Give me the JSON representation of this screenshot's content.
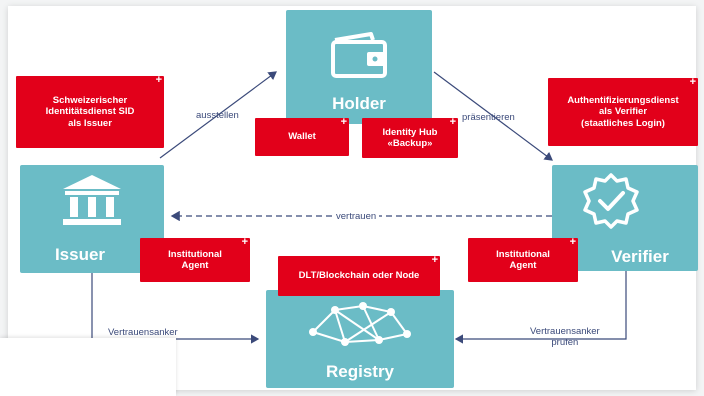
{
  "nodes": {
    "holder": "Holder",
    "issuer": "Issuer",
    "verifier": "Verifier",
    "registry": "Registry"
  },
  "red_boxes": {
    "issuer_desc": "Schweizerischer\nIdentitätsdienst SID\nals Issuer",
    "wallet": "Wallet",
    "identity_hub": "Identity Hub\n«Backup»",
    "verifier_desc": "Authentifizierungsdienst\nals Verifier\n(staatliches Login)",
    "issuer_agent": "Institutional\nAgent",
    "verifier_agent": "Institutional\nAgent",
    "dlt": "DLT/Blockchain oder Node",
    "plus": "+"
  },
  "edges": {
    "issue": "ausstellen",
    "present": "präsentieren",
    "trust": "vertrauen",
    "anchor_left": "Vertrauensanker",
    "anchor_right": "Vertrauensanker\nprüfen"
  },
  "icons": {
    "holder": "wallet-icon",
    "issuer": "institution-building-icon",
    "verifier": "verified-badge-icon",
    "registry": "network-graph-icon"
  },
  "colors": {
    "teal": "#6bbcc6",
    "red": "#e2001a",
    "arrow": "#3b4a7a"
  }
}
